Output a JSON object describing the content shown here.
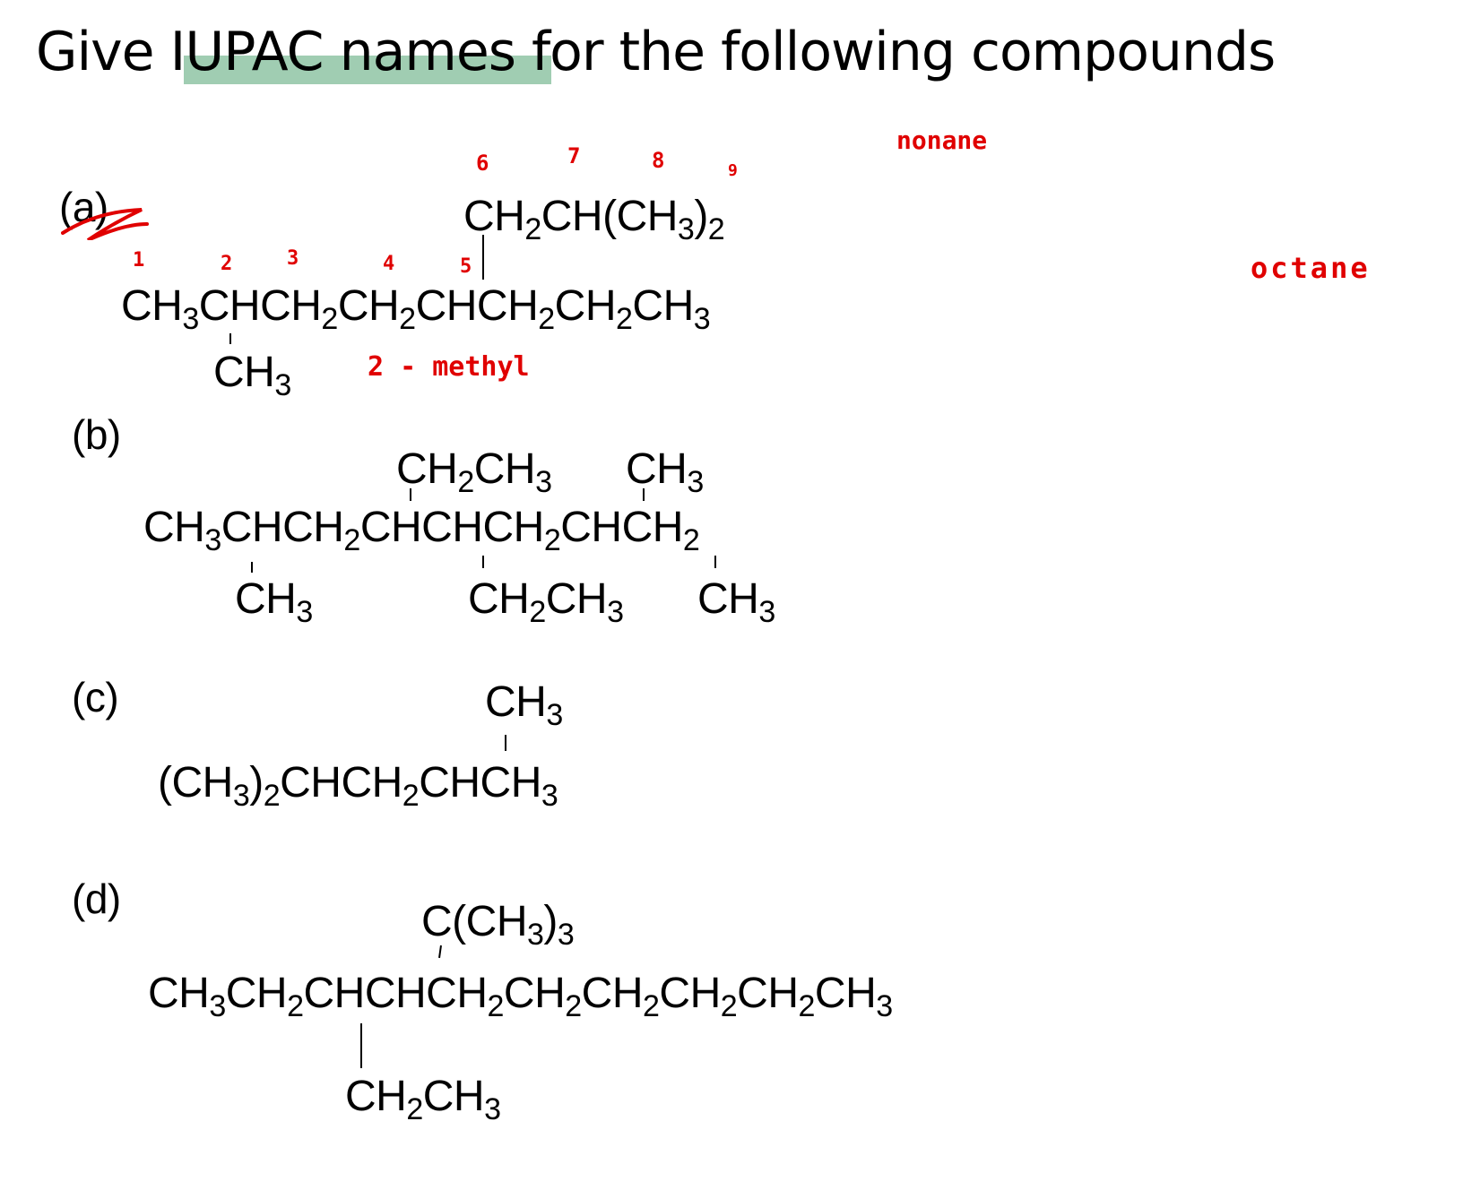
{
  "title": {
    "text": "Give IUPAC names for the following compounds",
    "highlighted_text": "IUPAC names",
    "highlight_color": "#8fc4a4"
  },
  "problems": [
    {
      "label": "(a)",
      "label_struck_out": true,
      "branch_top": "CH2CH(CH3)2",
      "main_chain": "CH3CHCH2CH2CHCH2CH2CH3",
      "branch_bottom": "CH3",
      "annotations": {
        "carbon_numbers_main": [
          "1",
          "2",
          "3",
          "4",
          "5"
        ],
        "carbon_numbers_branch": [
          "6",
          "7",
          "8",
          "9"
        ],
        "substituent_note": "2 - methyl",
        "parent_note_1": "nonane",
        "parent_note_2": "octane",
        "annotation_color": "#e00000"
      }
    },
    {
      "label": "(b)",
      "branches_top": [
        "CH2CH3",
        "CH3"
      ],
      "main_chain": "CH3CHCH2CHCHCH2CHCH2",
      "branches_bottom": [
        "CH3",
        "CH2CH3",
        "CH3"
      ]
    },
    {
      "label": "(c)",
      "branch_top": "CH3",
      "main_chain": "(CH3)2CHCH2CHCH3"
    },
    {
      "label": "(d)",
      "branch_top": "C(CH3)3",
      "main_chain": "CH3CH2CHCHCH2CH2CH2CH2CH2CH3",
      "branch_bottom": "CH2CH3"
    }
  ]
}
